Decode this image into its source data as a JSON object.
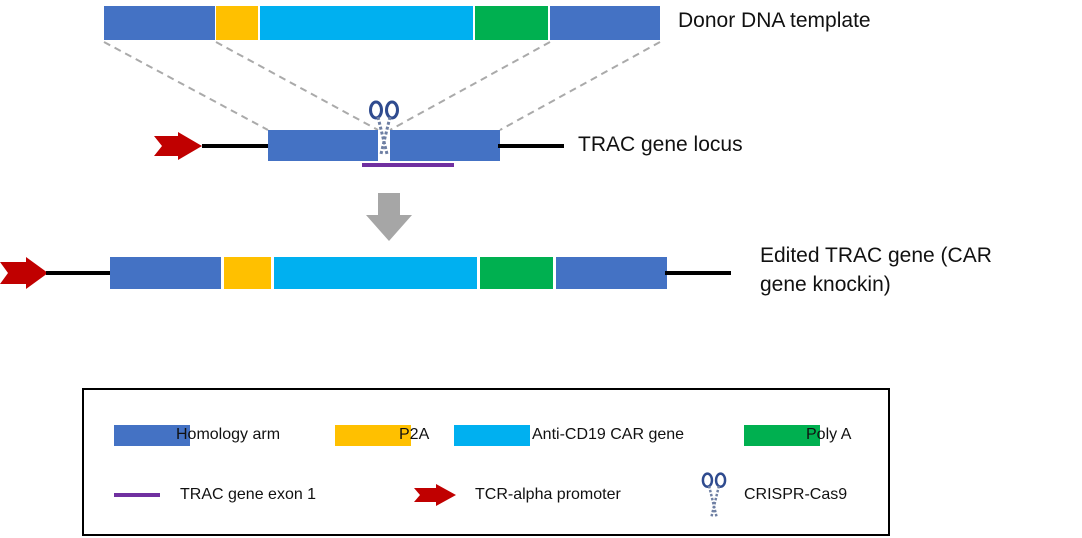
{
  "colors": {
    "homology_arm": "#4472C4",
    "p2a": "#FFC000",
    "anti_cd19_car": "#00B0F0",
    "poly_a": "#00B050",
    "exon1": "#7030A0",
    "promoter": "#C00000",
    "dash": "#AAAAAA",
    "arrow_gray": "#A6A6A6"
  },
  "labels": {
    "donor": "Donor DNA template",
    "locus": "TRAC gene locus",
    "edited_line1": "Edited TRAC gene (CAR",
    "edited_line2": "gene knockin)"
  },
  "legend": {
    "homology_arm": "Homology arm",
    "p2a": "P2A",
    "car": "Anti-CD19 CAR gene",
    "polya": "Poly A",
    "exon1": "TRAC gene exon 1",
    "promoter": "TCR-alpha promoter",
    "cas9": "CRISPR-Cas9"
  },
  "icons": [
    "scissors-icon",
    "promoter-arrow-icon",
    "down-arrow-icon"
  ]
}
